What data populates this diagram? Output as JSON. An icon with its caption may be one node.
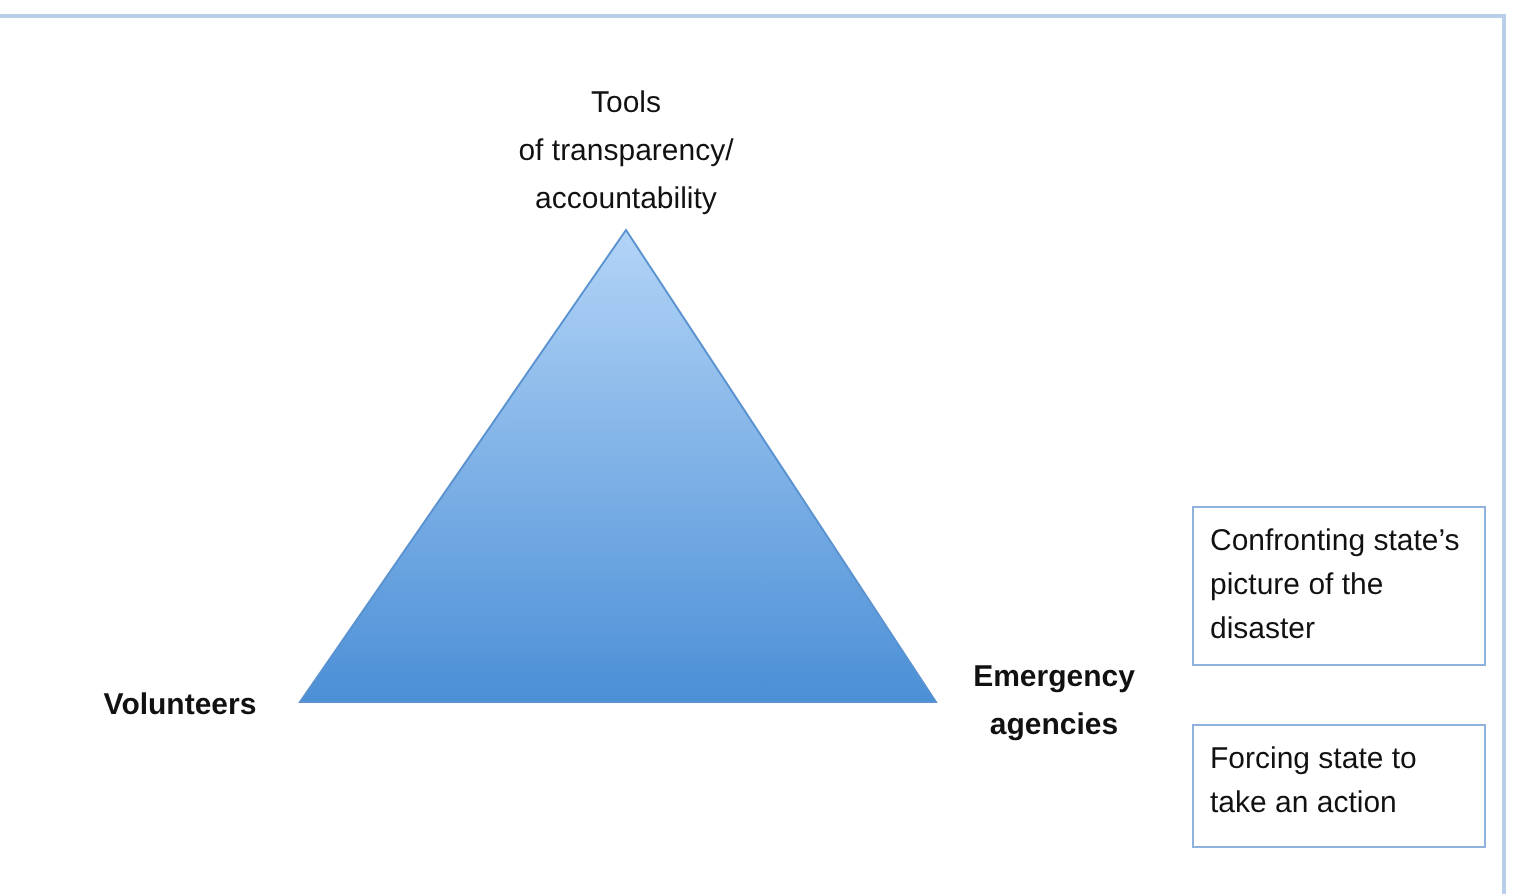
{
  "diagram": {
    "nodes": [
      {
        "text": [],
        "shape": "triangle"
      },
      {
        "text": [
          "Confronting state’s picture of the disaster"
        ]
      },
      {
        "text": [
          "Forcing state to take an action"
        ]
      }
    ],
    "labels": [
      "Tools",
      "of transparency/ accountability",
      "Volunteers",
      "Emergency agencies"
    ]
  }
}
